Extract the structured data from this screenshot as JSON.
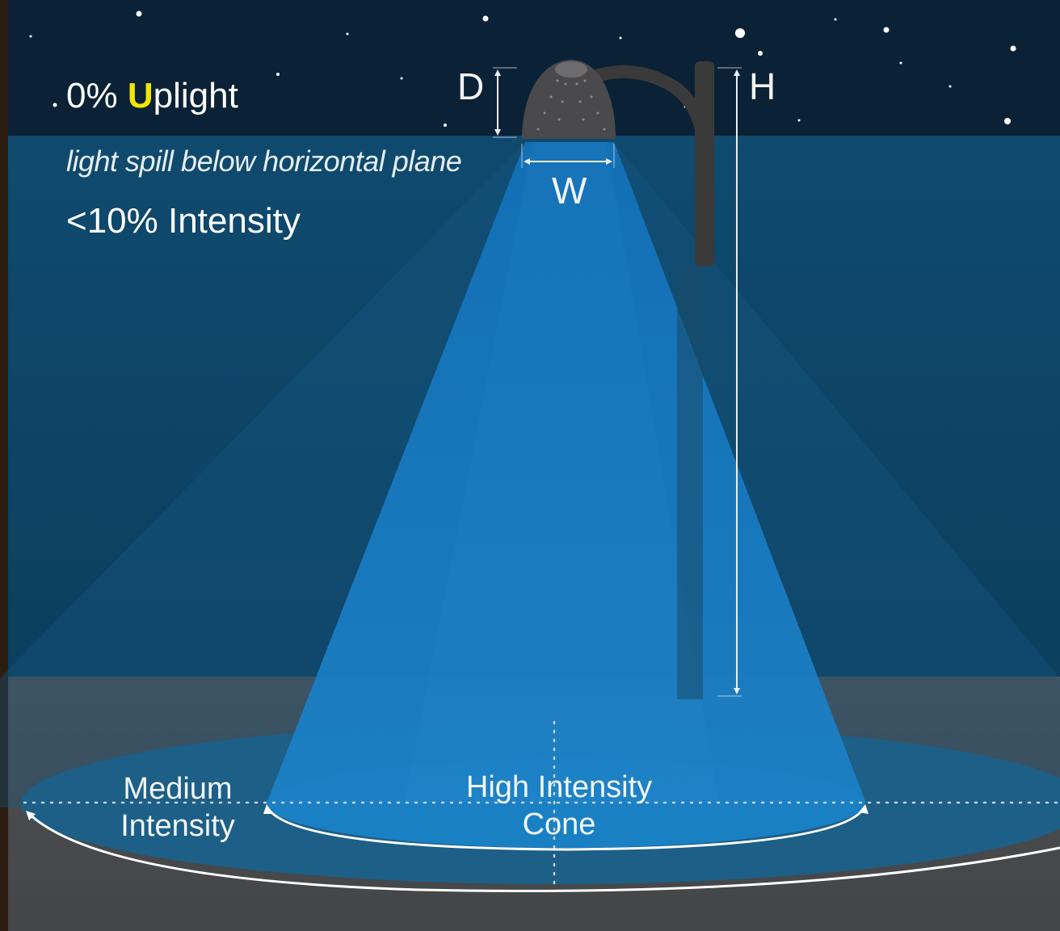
{
  "annotations": {
    "uplight": {
      "value": "0%",
      "first_letter": "U",
      "rest": "plight"
    },
    "spill_note": "light spill below horizontal plane",
    "intensity_note": "<10% Intensity"
  },
  "dimensions": {
    "depth": "D",
    "width": "W",
    "height": "H"
  },
  "zones": {
    "medium": {
      "line1": "Medium",
      "line2": "Intensity"
    },
    "high": {
      "line1": "High Intensity",
      "line2": "Cone"
    }
  },
  "colors": {
    "sky_top": "#0b2236",
    "sky_lower": "#0f4a6e",
    "ground": "#4a4b4d",
    "cone": "#1876bf",
    "ellipse_outer": "#1d5f86",
    "ellipse_inner": "#1a80c4",
    "pole": "#3b3a3b",
    "uplight_accent": "#f2e600"
  }
}
